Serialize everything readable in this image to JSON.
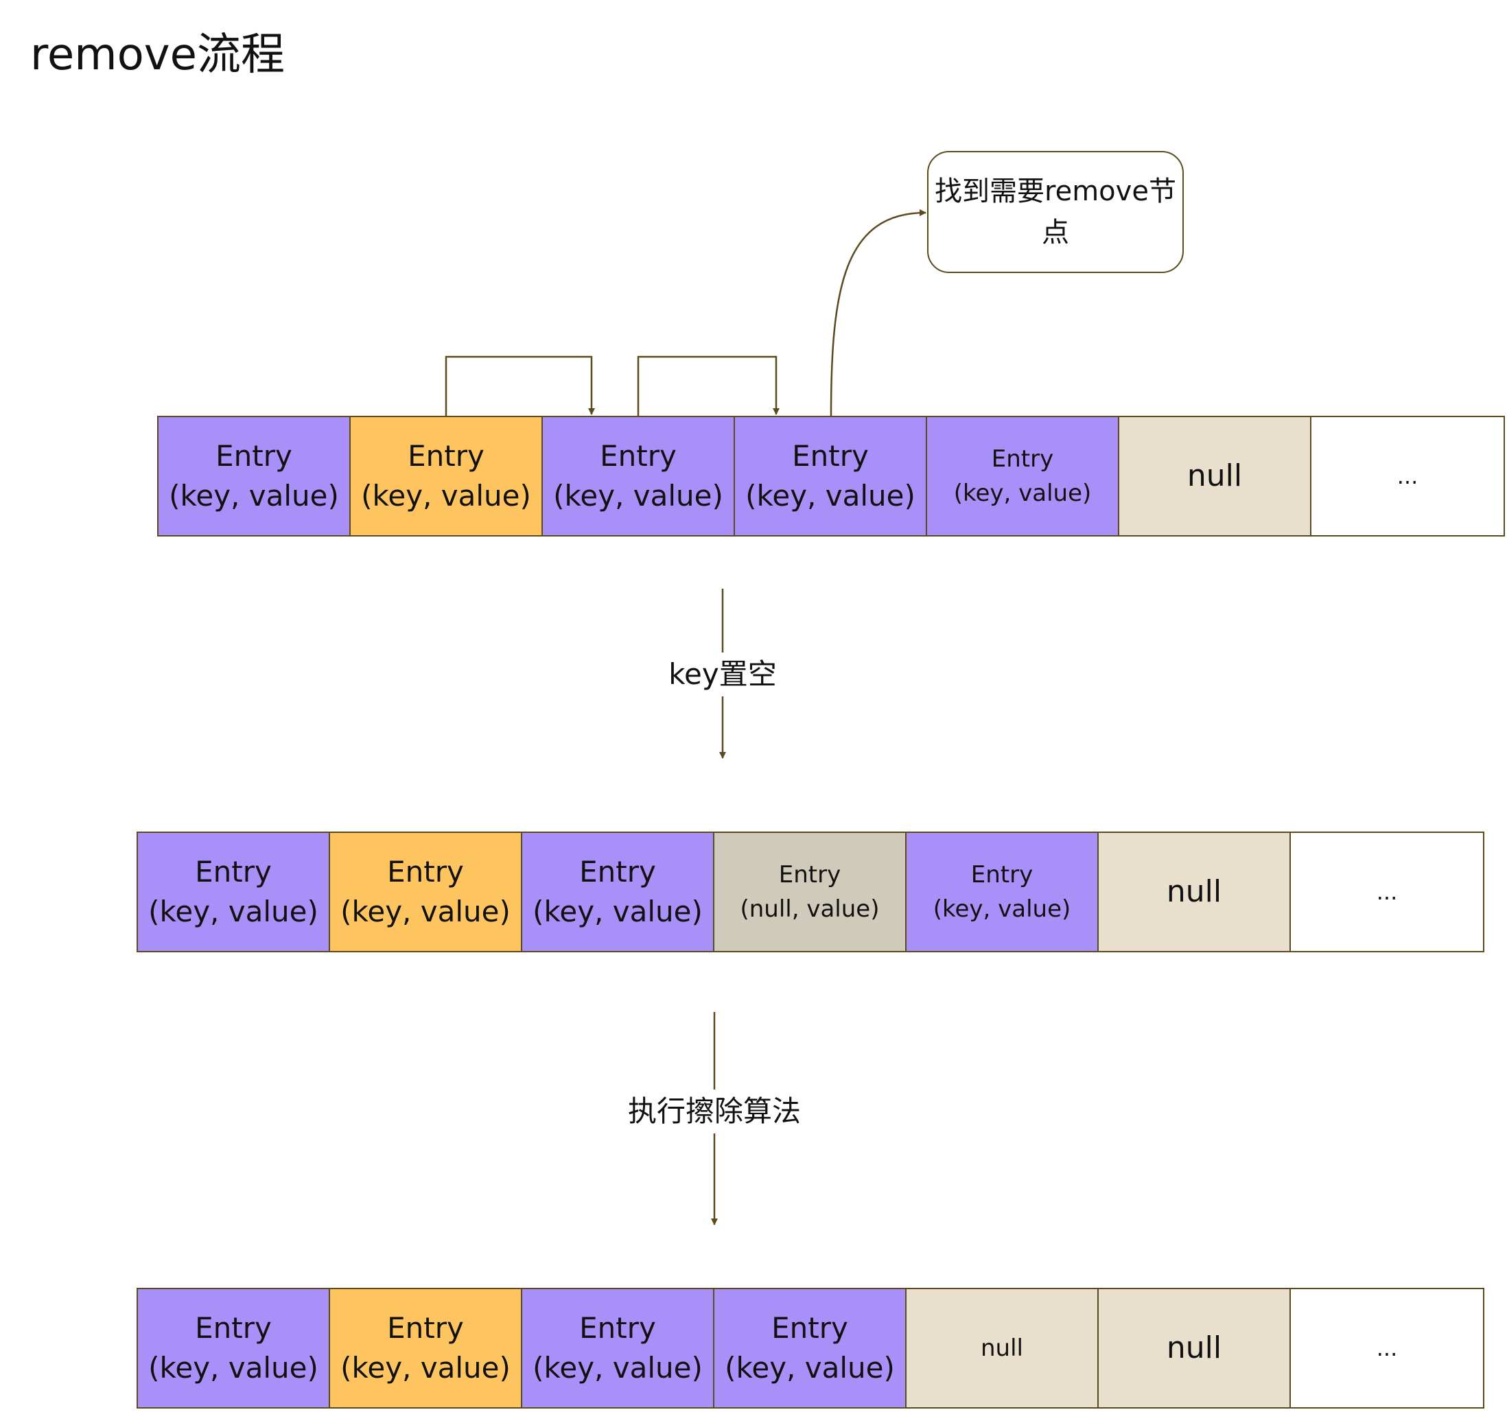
{
  "title": "remove流程",
  "callout": "找到需要remove节点",
  "steps": {
    "step1": "key置空",
    "step2": "执行擦除算法"
  },
  "colors": {
    "entry": "#a990f8",
    "highlight": "#fdc45f",
    "nulled_key": "#cfcab9",
    "null_slot": "#e8dfcd",
    "border": "#5a4a1e"
  },
  "rows": [
    {
      "cells": [
        {
          "line1": "Entry",
          "line2": "(key, value)",
          "kind": "entry"
        },
        {
          "line1": "Entry",
          "line2": "(key, value)",
          "kind": "highlight"
        },
        {
          "line1": "Entry",
          "line2": "(key, value)",
          "kind": "entry"
        },
        {
          "line1": "Entry",
          "line2": "(key, value)",
          "kind": "entry"
        },
        {
          "line1": "Entry",
          "line2": "(key, value)",
          "kind": "entry-small"
        },
        {
          "line1": "null",
          "kind": "null"
        },
        {
          "line1": "...",
          "kind": "more"
        }
      ]
    },
    {
      "cells": [
        {
          "line1": "Entry",
          "line2": "(key, value)",
          "kind": "entry"
        },
        {
          "line1": "Entry",
          "line2": "(key, value)",
          "kind": "highlight"
        },
        {
          "line1": "Entry",
          "line2": "(key, value)",
          "kind": "entry"
        },
        {
          "line1": "Entry",
          "line2": "(null, value)",
          "kind": "nulled"
        },
        {
          "line1": "Entry",
          "line2": "(key, value)",
          "kind": "entry-small"
        },
        {
          "line1": "null",
          "kind": "null"
        },
        {
          "line1": "...",
          "kind": "more"
        }
      ]
    },
    {
      "cells": [
        {
          "line1": "Entry",
          "line2": "(key, value)",
          "kind": "entry"
        },
        {
          "line1": "Entry",
          "line2": "(key, value)",
          "kind": "highlight"
        },
        {
          "line1": "Entry",
          "line2": "(key, value)",
          "kind": "entry"
        },
        {
          "line1": "Entry",
          "line2": "(key, value)",
          "kind": "entry"
        },
        {
          "line1": "null",
          "kind": "null-small"
        },
        {
          "line1": "null",
          "kind": "null"
        },
        {
          "line1": "...",
          "kind": "more"
        }
      ]
    }
  ]
}
